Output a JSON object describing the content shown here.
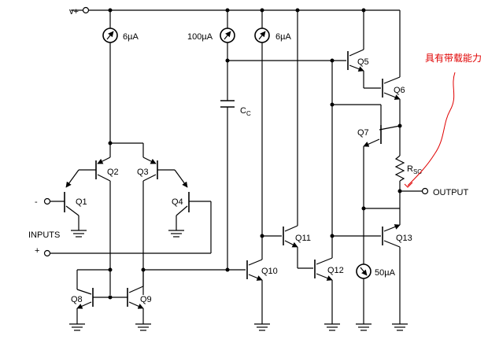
{
  "labels": {
    "vplus": "v+",
    "i6a": "6µA",
    "i100": "100µA",
    "i6b": "6µA",
    "i50": "50µA",
    "cc": "C",
    "cc_sub": "C",
    "rsc": "R",
    "rsc_sub": "SC",
    "output": "OUTPUT",
    "inputs": "INPUTS",
    "minus": "-",
    "plus": "+",
    "q1": "Q1",
    "q2": "Q2",
    "q3": "Q3",
    "q4": "Q4",
    "q5": "Q5",
    "q6": "Q6",
    "q7": "Q7",
    "q8": "Q8",
    "q9": "Q9",
    "q10": "Q10",
    "q11": "Q11",
    "q12": "Q12",
    "q13": "Q13"
  },
  "annotation": "具有带载能力",
  "colors": {
    "wire": "#000000",
    "annotation": "#e00000"
  }
}
